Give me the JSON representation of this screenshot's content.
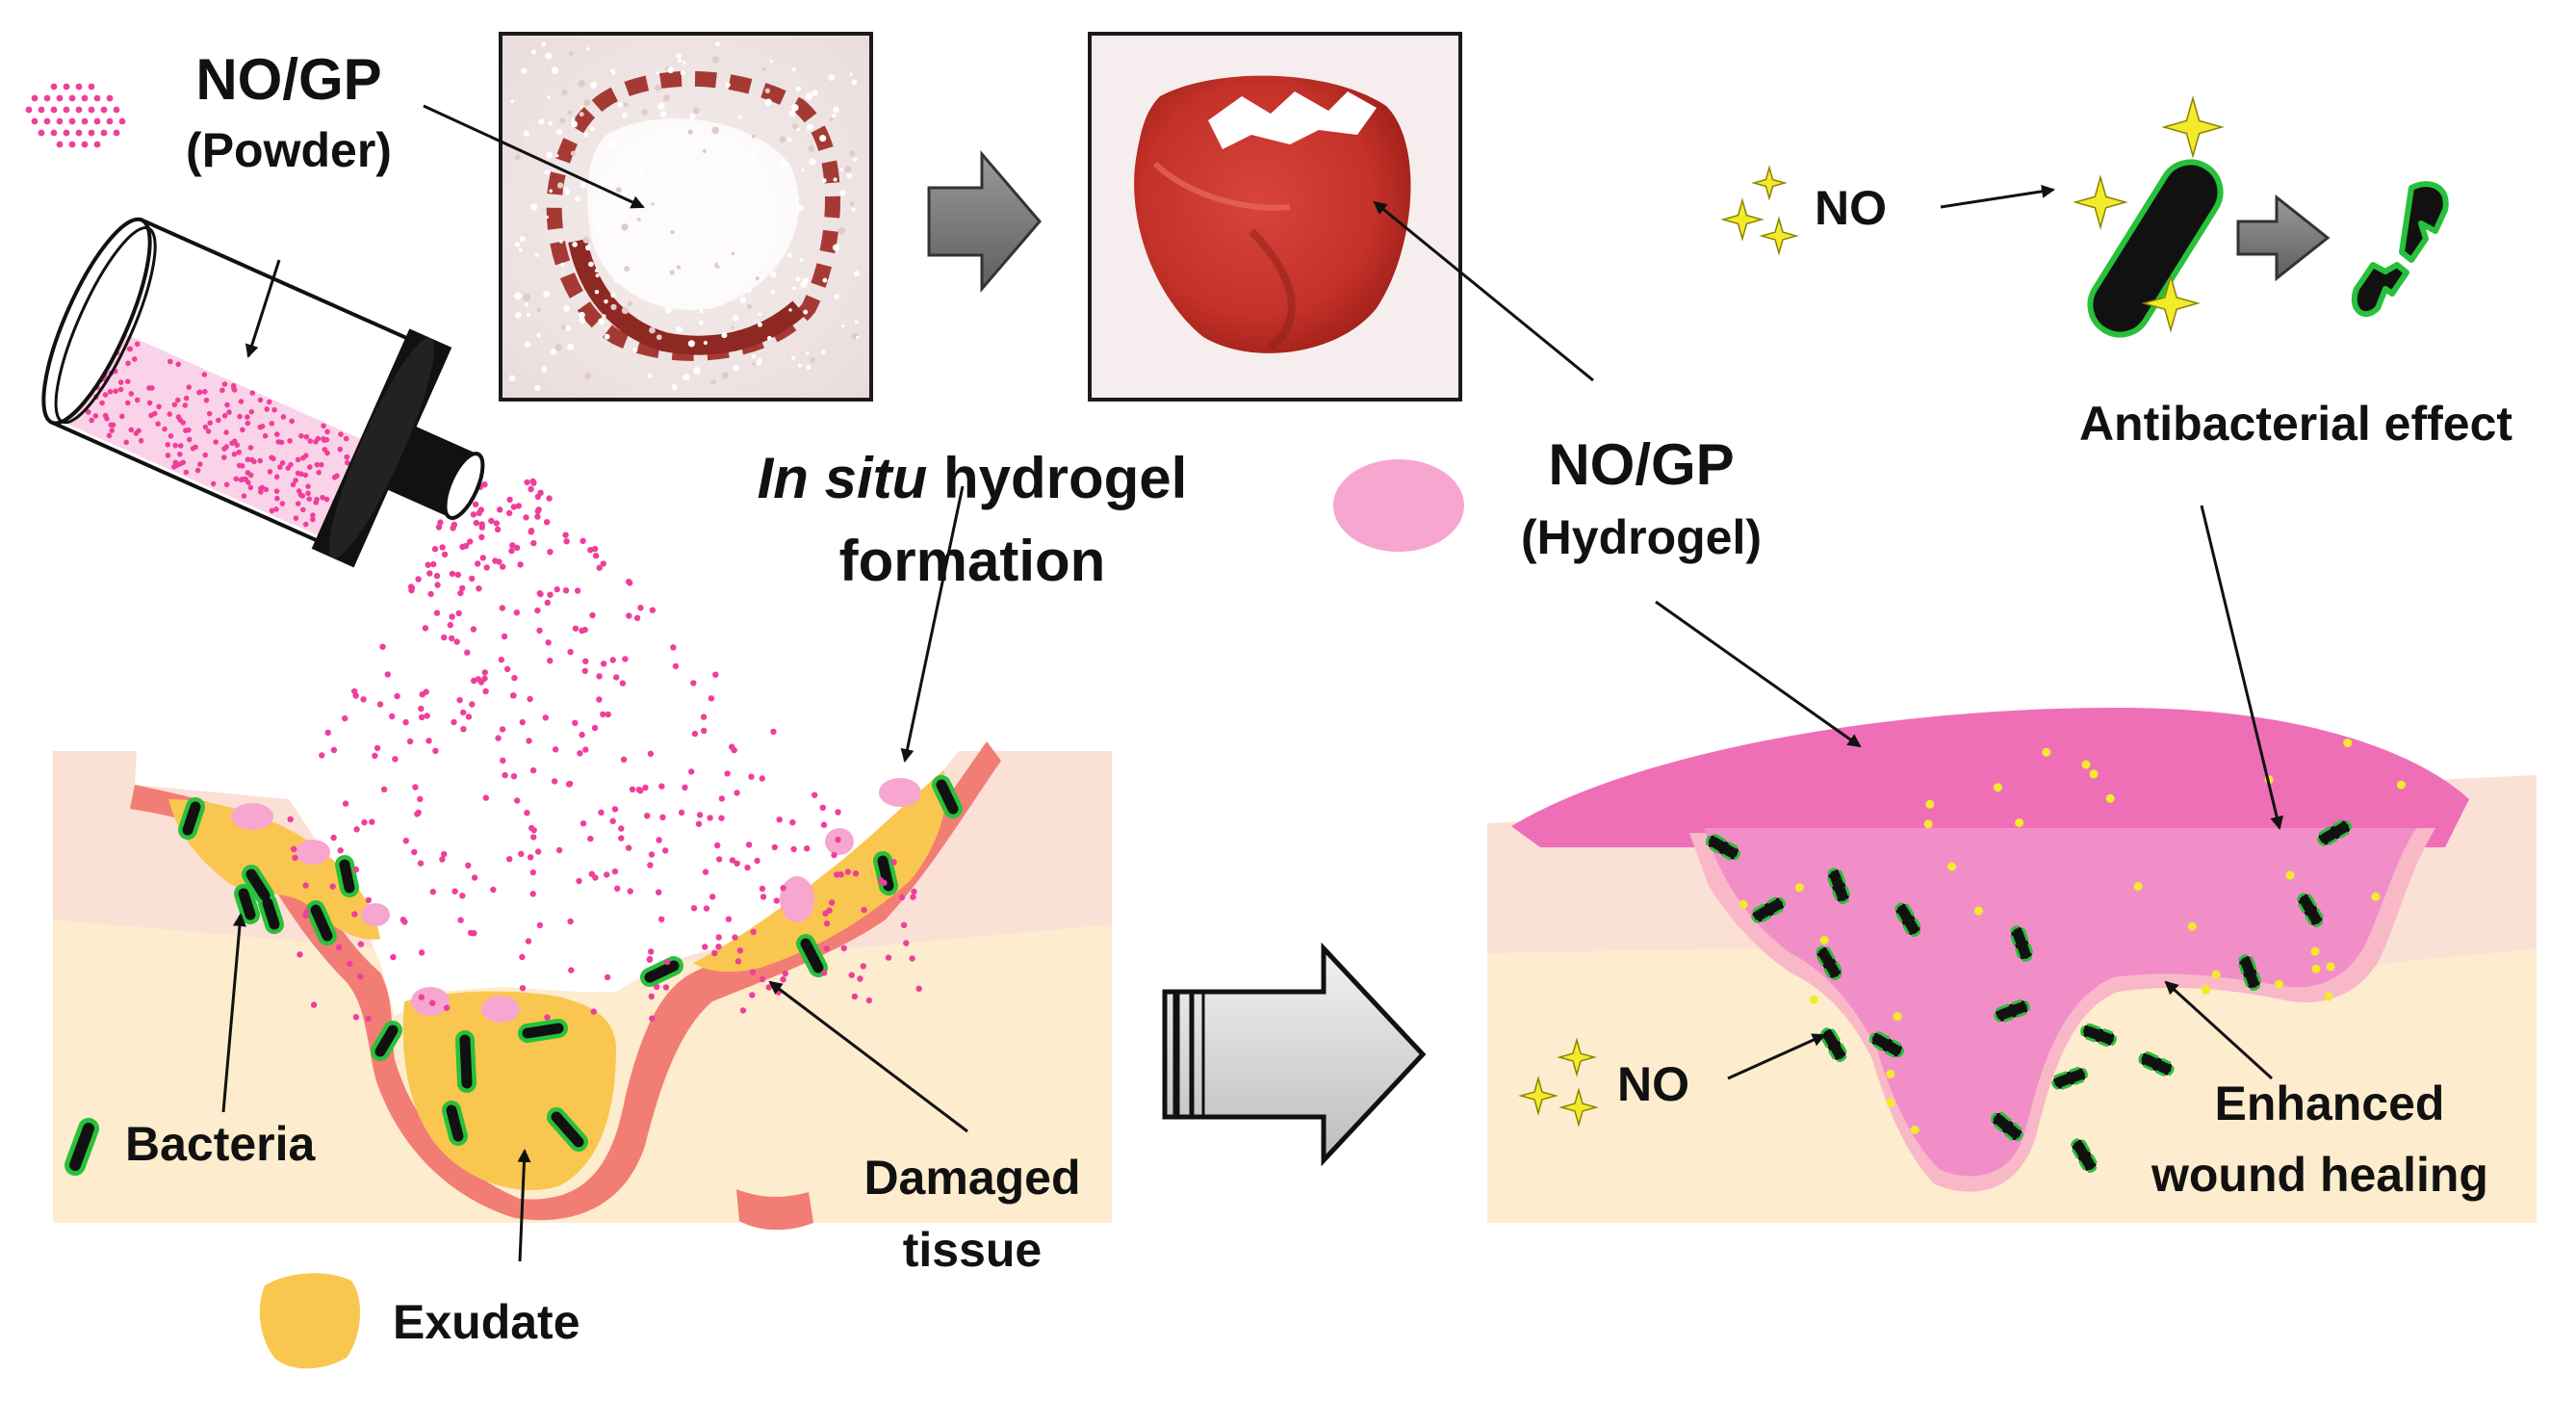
{
  "labels": {
    "powder_title": "NO/GP",
    "powder_sub": "(Powder)",
    "insitu_em": "In situ",
    "insitu_rest": " hydrogel",
    "insitu_line2": "formation",
    "hydrogel_title": "NO/GP",
    "hydrogel_sub": "(Hydrogel)",
    "no_top": "NO",
    "antibacterial": "Antibacterial effect",
    "bacteria": "Bacteria",
    "exudate": "Exudate",
    "damaged_1": "Damaged",
    "damaged_2": "tissue",
    "no_bottom": "NO",
    "enhanced_1": "Enhanced",
    "enhanced_2": "wound healing"
  },
  "icons": [
    "powder-dots-icon",
    "powder-container-icon",
    "gray-arrow-icon",
    "sparkle-icon",
    "bacterium-icon",
    "damaged-bacterium-icon",
    "large-process-arrow-icon",
    "hydrogel-ellipse-icon",
    "exudate-blob-icon",
    "damaged-tissue-icon"
  ],
  "colors": {
    "hydrogel_pink": "#f6a6cf",
    "powder_pink": "#ee3f9a",
    "skin_top": "#fbe0d6",
    "skin_deep": "#fdeccd",
    "damaged_tissue": "#f27d74",
    "exudate": "#f9c74f",
    "bacteria_fill": "#111111",
    "bacteria_outline": "#27c13b",
    "sparkle": "#f3ea2c",
    "arrow_gray": "#7a7a7a"
  }
}
